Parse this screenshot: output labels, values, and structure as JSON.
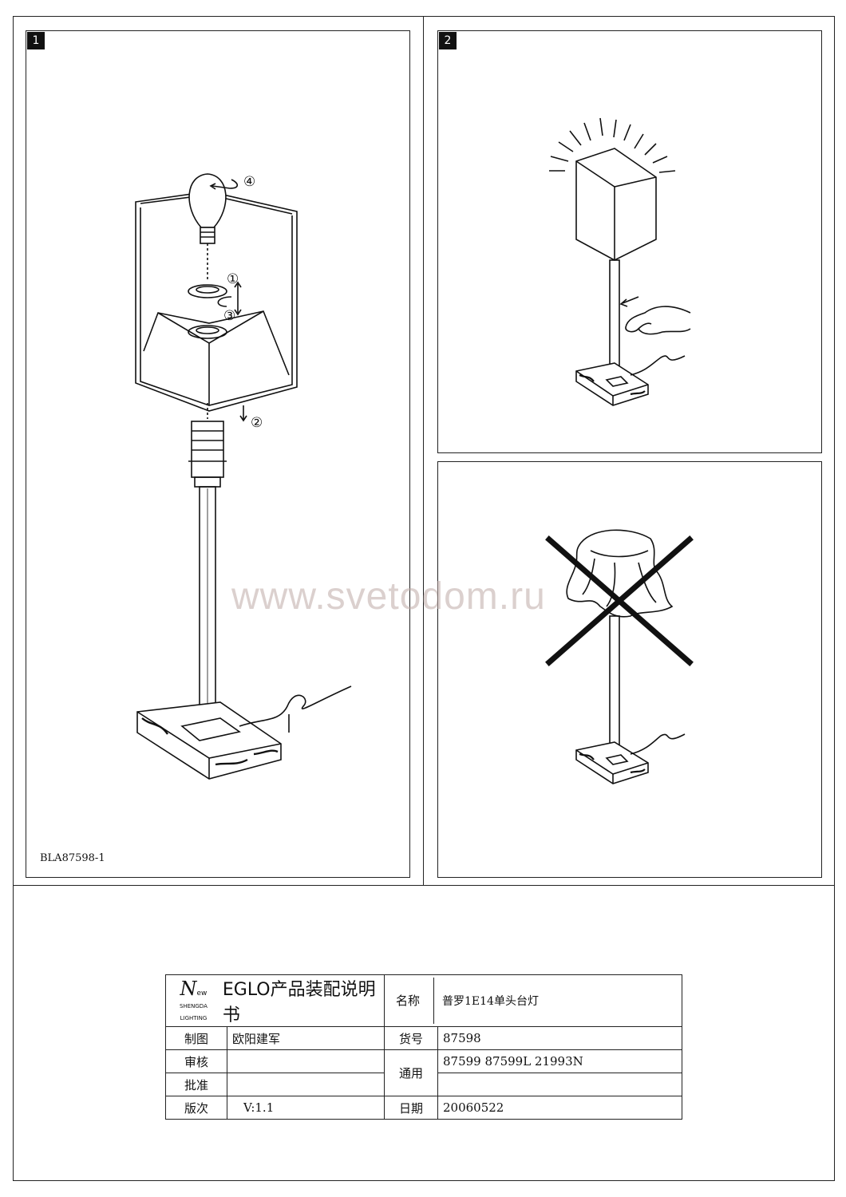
{
  "steps": [
    {
      "number": "1"
    },
    {
      "number": "2"
    }
  ],
  "callouts": [
    "①",
    "②",
    "③",
    "④"
  ],
  "drawing_code": "BLA87598-1",
  "watermark": "www.svetodom.ru",
  "title_block": {
    "logo": {
      "mark": "N",
      "suffix": "ew",
      "line1": "SHENGDA",
      "line2": "LIGHTING"
    },
    "doc_title": "EGLO产品装配说明书",
    "name_label": "名称",
    "name_value": "普罗1E14单头台灯",
    "drawn_label": "制图",
    "drawn_value": "欧阳建军",
    "item_label": "货号",
    "item_value": "87598",
    "review_label": "审核",
    "review_value": "",
    "common_label": "通用",
    "common_value": "87599  87599L  21993N",
    "approve_label": "批准",
    "approve_value": "",
    "version_label": "版次",
    "version_value": "V:1.1",
    "date_label": "日期",
    "date_value": "20060522"
  }
}
